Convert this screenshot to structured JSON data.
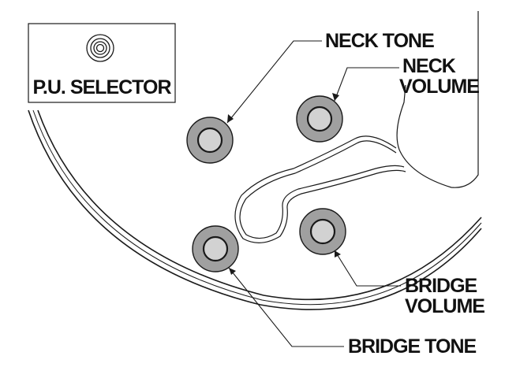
{
  "labels": {
    "pu_selector": "P.U. SELECTOR",
    "neck_tone": "NECK TONE",
    "neck_volume_line1": "NECK",
    "neck_volume_line2": "VOLUME",
    "bridge_volume_line1": "BRIDGE",
    "bridge_volume_line2": "VOLUME",
    "bridge_tone": "BRIDGE TONE"
  },
  "colors": {
    "knob_fill": "#a0a0a0",
    "knob_cap": "#d2d2d2",
    "line": "#1a1a1a",
    "background": "#ffffff"
  }
}
